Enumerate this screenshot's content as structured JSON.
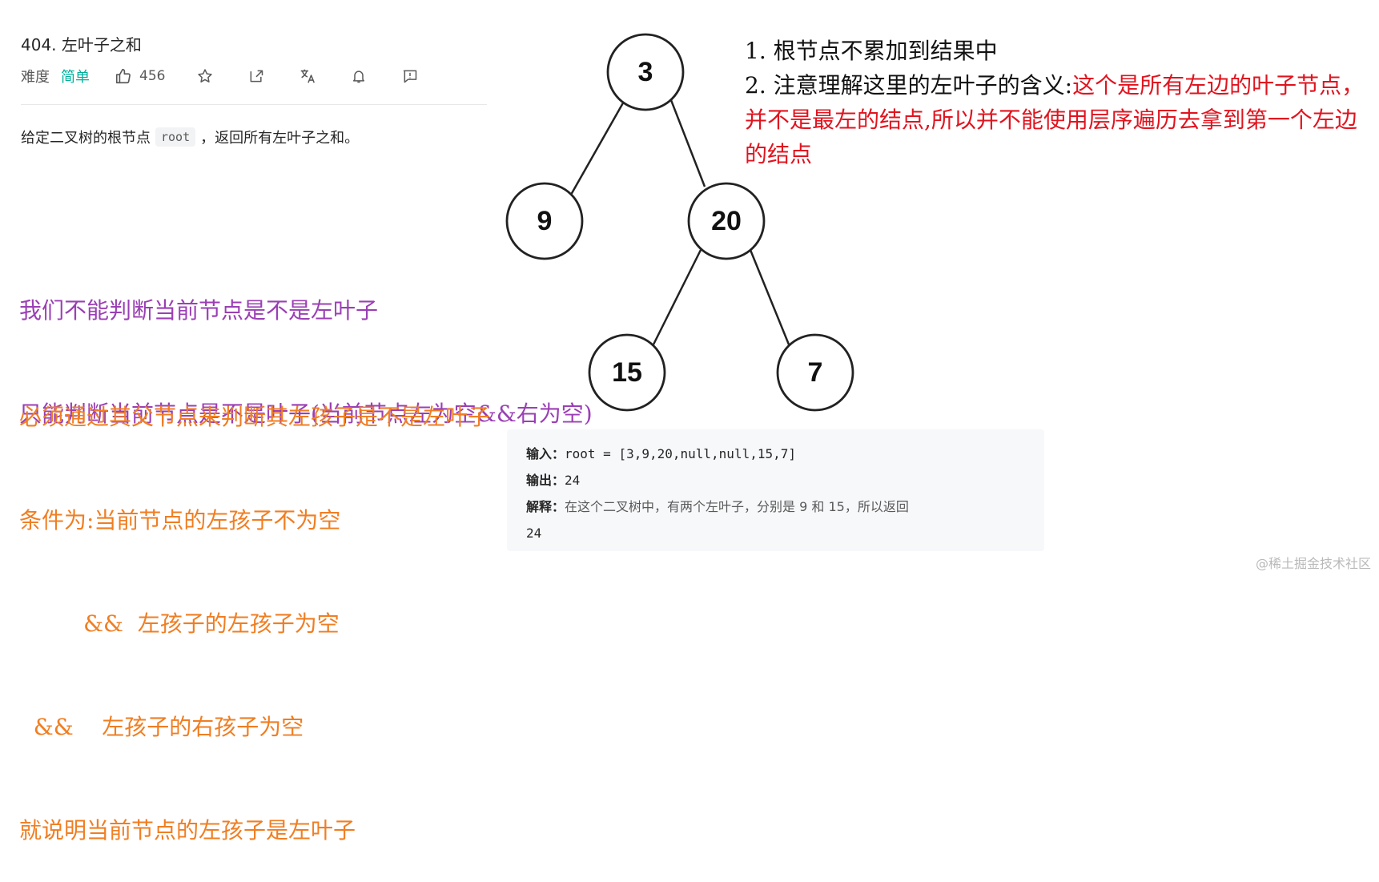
{
  "problem": {
    "title": "404. 左叶子之和",
    "difficulty_label": "难度",
    "difficulty_value": "简单",
    "likes": "456",
    "description_before": "给定二叉树的根节点",
    "description_code": "root",
    "description_after": "，返回所有左叶子之和。"
  },
  "icons": [
    "thumbs-up-icon",
    "star-icon",
    "share-icon",
    "translate-icon",
    "bell-icon",
    "feedback-icon"
  ],
  "tree": {
    "nodes": [
      "3",
      "9",
      "20",
      "15",
      "7"
    ]
  },
  "notes_right": {
    "line1": "1. 根节点不累加到结果中",
    "line2_black": "2. 注意理解这里的左叶子的含义:",
    "line2_red": "这个是所有左边的叶子节点，并不是最左的结点,所以并不能使用层序遍历去拿到第一个左边的结点"
  },
  "notes_purple": {
    "line1": "我们不能判断当前节点是不是左叶子",
    "line2": "只能判断当前节点是不是叶子(当前节点左为空&&右为空)"
  },
  "notes_orange": {
    "line1": "必须通过其父节点来判断其左孩子是不是左叶子",
    "line2": "条件为:当前节点的左孩子不为空",
    "line3": "         &&  左孩子的左孩子为空",
    "line4": "  &&    左孩子的右孩子为空",
    "line5": "就说明当前节点的左孩子是左叶子"
  },
  "example": {
    "input_label": "输入：",
    "input_value": "root = [3,9,20,null,null,15,7]",
    "output_label": "输出：",
    "output_value": "24",
    "explain_label": "解释：",
    "explain_value": "在这个二叉树中，有两个左叶子，分别是 9 和 15，所以返回",
    "explain_tail": "24"
  },
  "watermark": "@稀土掘金技术社区",
  "colors": {
    "purple_note": "#9b3fb5",
    "orange_note": "#f07e22",
    "red_note": "#e0141f",
    "difficulty_easy": "#00af9b"
  }
}
